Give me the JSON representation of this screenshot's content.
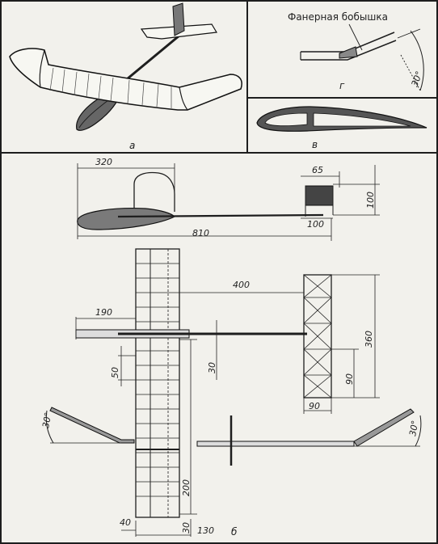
{
  "panels": {
    "a": "а",
    "g": "г",
    "v": "в",
    "b": "б"
  },
  "annotations": {
    "boss": "Фанерная бобышка"
  },
  "dimensions": {
    "d320": "320",
    "d65": "65",
    "d100v": "100",
    "d100h": "100",
    "d810": "810",
    "d400": "400",
    "d190": "190",
    "d360": "360",
    "d50": "50",
    "d30a": "30",
    "d90v": "90",
    "d90h": "90",
    "d200": "200",
    "d40": "40",
    "d30b": "30",
    "d130": "130"
  },
  "angles": {
    "g": "30°",
    "left": "30°",
    "right": "30°"
  }
}
